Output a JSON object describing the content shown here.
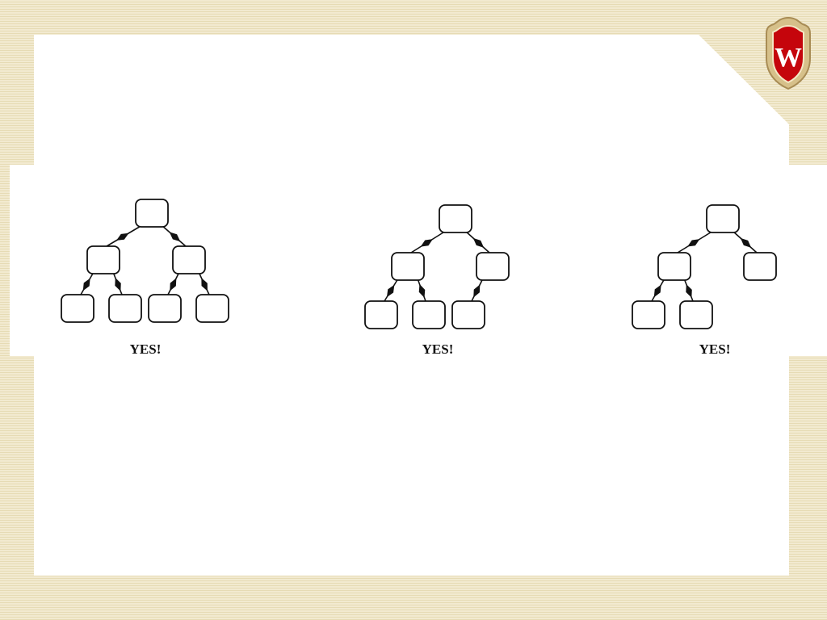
{
  "slide": {
    "verdicts": [
      "YES!",
      "YES!",
      "YES!"
    ],
    "trees": [
      {
        "nodes": [
          "root",
          "left",
          "right",
          "left-left",
          "left-right",
          "right-left",
          "right-right"
        ],
        "edges": [
          [
            "root",
            "left"
          ],
          [
            "root",
            "right"
          ],
          [
            "left",
            "left-left"
          ],
          [
            "left",
            "left-right"
          ],
          [
            "right",
            "right-left"
          ],
          [
            "right",
            "right-right"
          ]
        ]
      },
      {
        "nodes": [
          "root",
          "left",
          "right",
          "left-left",
          "left-right",
          "right-left"
        ],
        "edges": [
          [
            "root",
            "left"
          ],
          [
            "root",
            "right"
          ],
          [
            "left",
            "left-left"
          ],
          [
            "left",
            "left-right"
          ],
          [
            "right",
            "right-left"
          ]
        ]
      },
      {
        "nodes": [
          "root",
          "left",
          "right",
          "left-left",
          "left-right"
        ],
        "edges": [
          [
            "root",
            "left"
          ],
          [
            "root",
            "right"
          ],
          [
            "left",
            "left-left"
          ],
          [
            "left",
            "left-right"
          ]
        ]
      }
    ]
  },
  "logo": {
    "name": "university-crest-logo",
    "letter": "W",
    "colors": {
      "shield": "#c5050c",
      "frame": "#d6c08a",
      "letter": "#ffffff"
    }
  },
  "colors": {
    "background": "#ece2bf",
    "panel": "#ffffff",
    "ink": "#111111"
  }
}
